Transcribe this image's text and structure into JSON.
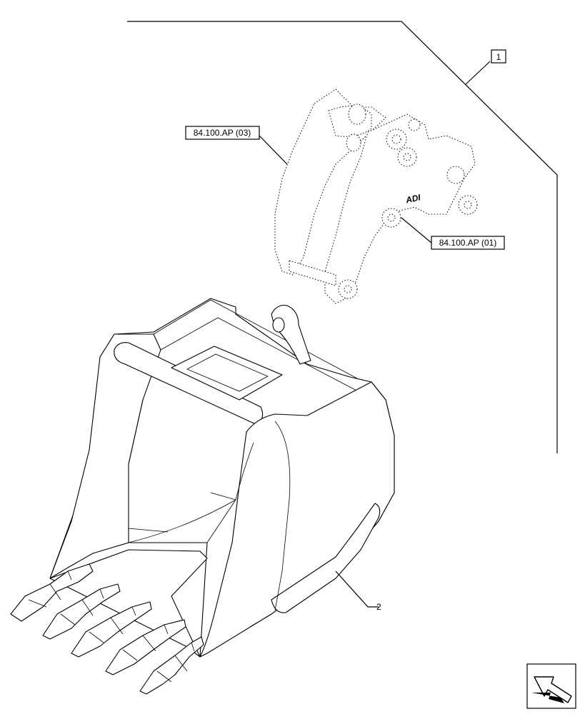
{
  "callouts": {
    "assembly_ref": "1",
    "ref_upper_left": "84.100.AP (03)",
    "ref_lower_right": "84.100.AP (01)",
    "bucket_item": "2"
  },
  "coupler_logo": "ADI",
  "nav": {
    "icon": "navigation-arrow-icon"
  }
}
